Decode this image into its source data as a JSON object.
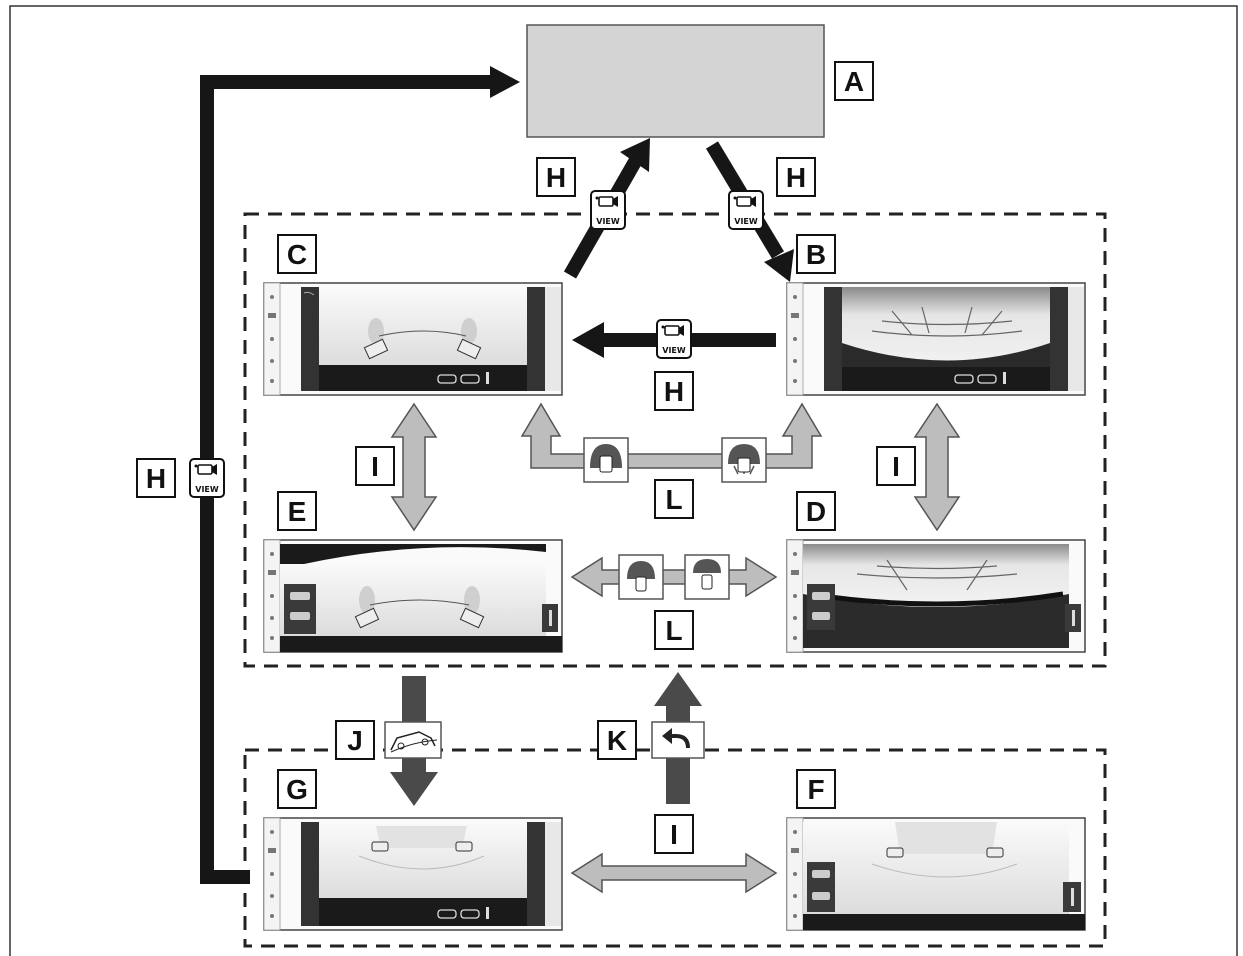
{
  "labels": {
    "A": "A",
    "B": "B",
    "C": "C",
    "D": "D",
    "E": "E",
    "F": "F",
    "G": "G",
    "H1": "H",
    "H2": "H",
    "H3": "H",
    "H4": "H",
    "I1": "I",
    "I2": "I",
    "I3": "I",
    "J": "J",
    "K": "K",
    "L1": "L",
    "L2": "L"
  },
  "view_button_text": "VIEW",
  "colors": {
    "black_arrow": "#161616",
    "gray_arrow_fill": "#bdbdbd",
    "gray_arrow_stroke": "#555555",
    "dark_gray_arrow": "#4a4a4a",
    "panel_a": "#d4d4d4",
    "dashed_border": "#222222"
  },
  "icons": {
    "view_camera": "camera-view-icon",
    "front_wide": "front-wide-view-icon",
    "rear_wide": "rear-wide-view-icon",
    "offroad": "offroad-vehicle-icon",
    "back": "back-arrow-icon"
  }
}
